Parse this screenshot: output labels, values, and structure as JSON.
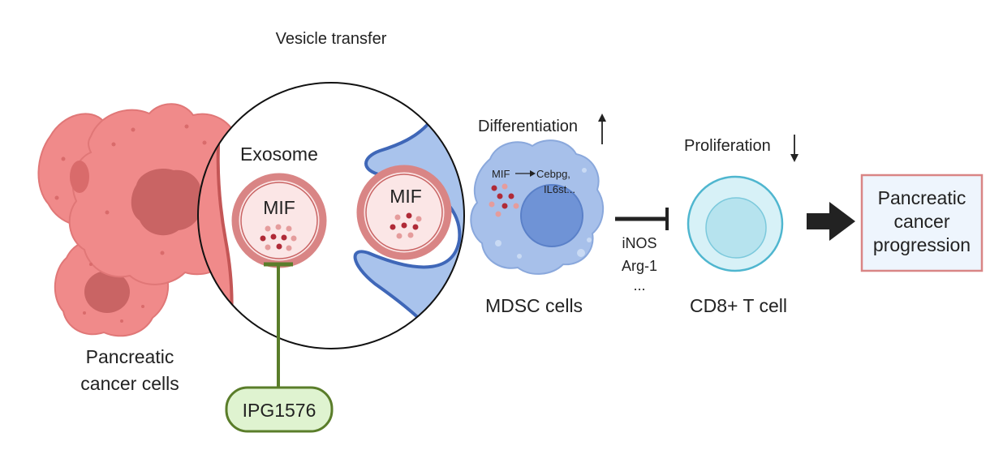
{
  "labels": {
    "vesicle_transfer": "Vesicle transfer",
    "exosome": "Exosome",
    "mif_left": "MIF",
    "mif_right": "MIF",
    "differentiation": "Differentiation",
    "mdsc_mif": "MIF",
    "cebpg": "Cebpg,",
    "il6st": "IL6st...",
    "mdsc_cells": "MDSC cells",
    "inos": "iNOS",
    "arg1": "Arg-1",
    "ellipsis": "...",
    "proliferation": "Proliferation",
    "cd8": "CD8+ T cell",
    "pancreatic_cancer_cells_line1": "Pancreatic",
    "pancreatic_cancer_cells_line2": "cancer cells",
    "progression_line1": "Pancreatic",
    "progression_line2": "cancer",
    "progression_line3": "progression",
    "inhibitor": "IPG1576"
  },
  "colors": {
    "cancer_cell_fill": "#f08a8a",
    "cancer_cell_dark": "#d96b6b",
    "nucleus": "#c96464",
    "vesicle_ring": "#d98585",
    "vesicle_inner": "#fbe6e6",
    "particle_dark": "#b02a37",
    "particle_light": "#e59c9c",
    "membrane_blue": "#a9c3ec",
    "membrane_blue_dark": "#3f67b8",
    "mdsc_fill": "#a7c0ea",
    "mdsc_nucleus": "#6f93d6",
    "tcell_outer": "#d7f1f7",
    "tcell_inner": "#b6e3ee",
    "tcell_stroke": "#4fb6cf",
    "inhibitor_fill": "#dff3d0",
    "inhibitor_stroke": "#5a7d2a",
    "progression_border": "#d98585",
    "progression_fill": "#eef5fd",
    "arrow": "#222222"
  }
}
